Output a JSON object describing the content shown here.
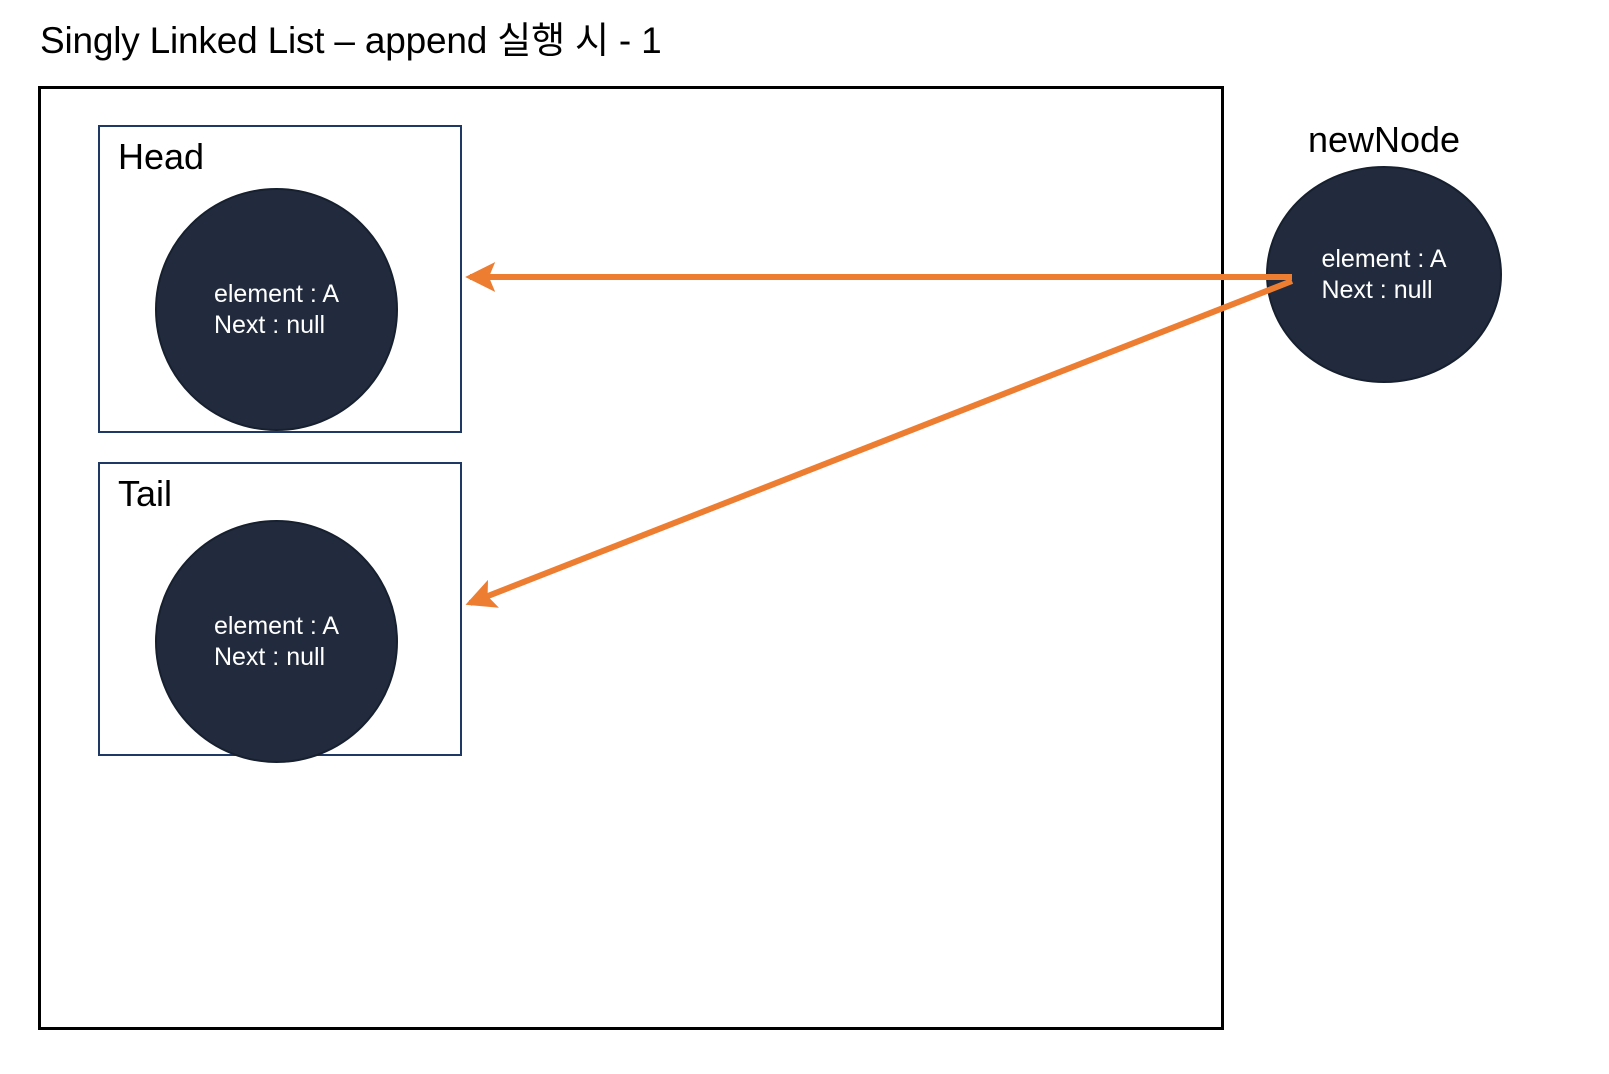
{
  "slide": {
    "title": "Singly Linked List – append 실행 시 - 1"
  },
  "colors": {
    "node_fill": "#212B3D",
    "node_stroke": "#17202F",
    "group_box_border": "#1F3864",
    "frame_border": "#000000",
    "arrow": "#ED7D31",
    "text_on_node": "#FFFFFF",
    "text": "#000000",
    "background": "#FFFFFF"
  },
  "diagram": {
    "list_container": {
      "name": "linked-list-container"
    },
    "groups": [
      {
        "id": "head",
        "label": "Head",
        "node": {
          "element_line": "element : A",
          "next_line": "Next : null"
        }
      },
      {
        "id": "tail",
        "label": "Tail",
        "node": {
          "element_line": "element : A",
          "next_line": "Next : null"
        }
      }
    ],
    "new_node": {
      "id": "newnode",
      "label": "newNode",
      "node": {
        "element_line": "element : A",
        "next_line": "Next : null"
      }
    },
    "arrows": [
      {
        "id": "newnode-to-head",
        "from": "newNode",
        "to": "Head",
        "direction": "left",
        "color": "#ED7D31"
      },
      {
        "id": "newnode-to-tail",
        "from": "newNode",
        "to": "Tail",
        "direction": "down-left",
        "color": "#ED7D31"
      }
    ]
  }
}
